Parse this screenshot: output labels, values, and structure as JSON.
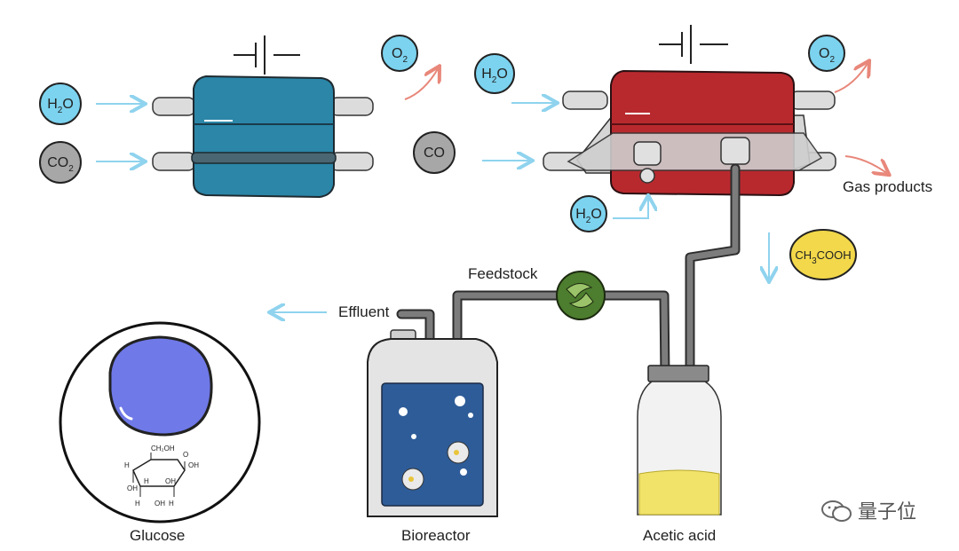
{
  "molecules": {
    "h2o_in_1": {
      "main": "H",
      "sub": "2",
      "tail": "O"
    },
    "co2_in": {
      "main": "CO",
      "sub": "2",
      "tail": ""
    },
    "o2_out_1": {
      "main": "O",
      "sub": "2",
      "tail": ""
    },
    "h2o_in_2": {
      "main": "H",
      "sub": "2",
      "tail": "O"
    },
    "co_mid": {
      "main": "CO",
      "sub": "",
      "tail": ""
    },
    "o2_out_2": {
      "main": "O",
      "sub": "2",
      "tail": ""
    },
    "h2o_in_3": {
      "main": "H",
      "sub": "2",
      "tail": "O"
    },
    "acetic": {
      "main": "CH",
      "sub": "3",
      "tail": "COOH"
    }
  },
  "labels": {
    "gas_products": "Gas products",
    "feedstock": "Feedstock",
    "effluent": "Effluent",
    "glucose": "Glucose",
    "bioreactor": "Bioreactor",
    "acetic_acid": "Acetic acid"
  },
  "glucose_structure": {
    "ch2oh": "CH₂OH",
    "o": "O",
    "h": "H",
    "oh": "OH"
  },
  "watermark": "量子位",
  "colors": {
    "electrolyzer_1": "#2b86a8",
    "electrolyzer_2": "#b8292e",
    "water_molecule": "#7cd3ef",
    "gray_molecule": "#a7a7a7",
    "acetic_molecule": "#f2d84a",
    "flow_arrow": "#8fd3ee",
    "out_arrow": "#e8877a",
    "bioreactor_liquid": "#2e5c98",
    "acetic_liquid": "#f1e36a",
    "glucose_cell": "#6f79e8",
    "pump": "#4d7d2e"
  }
}
